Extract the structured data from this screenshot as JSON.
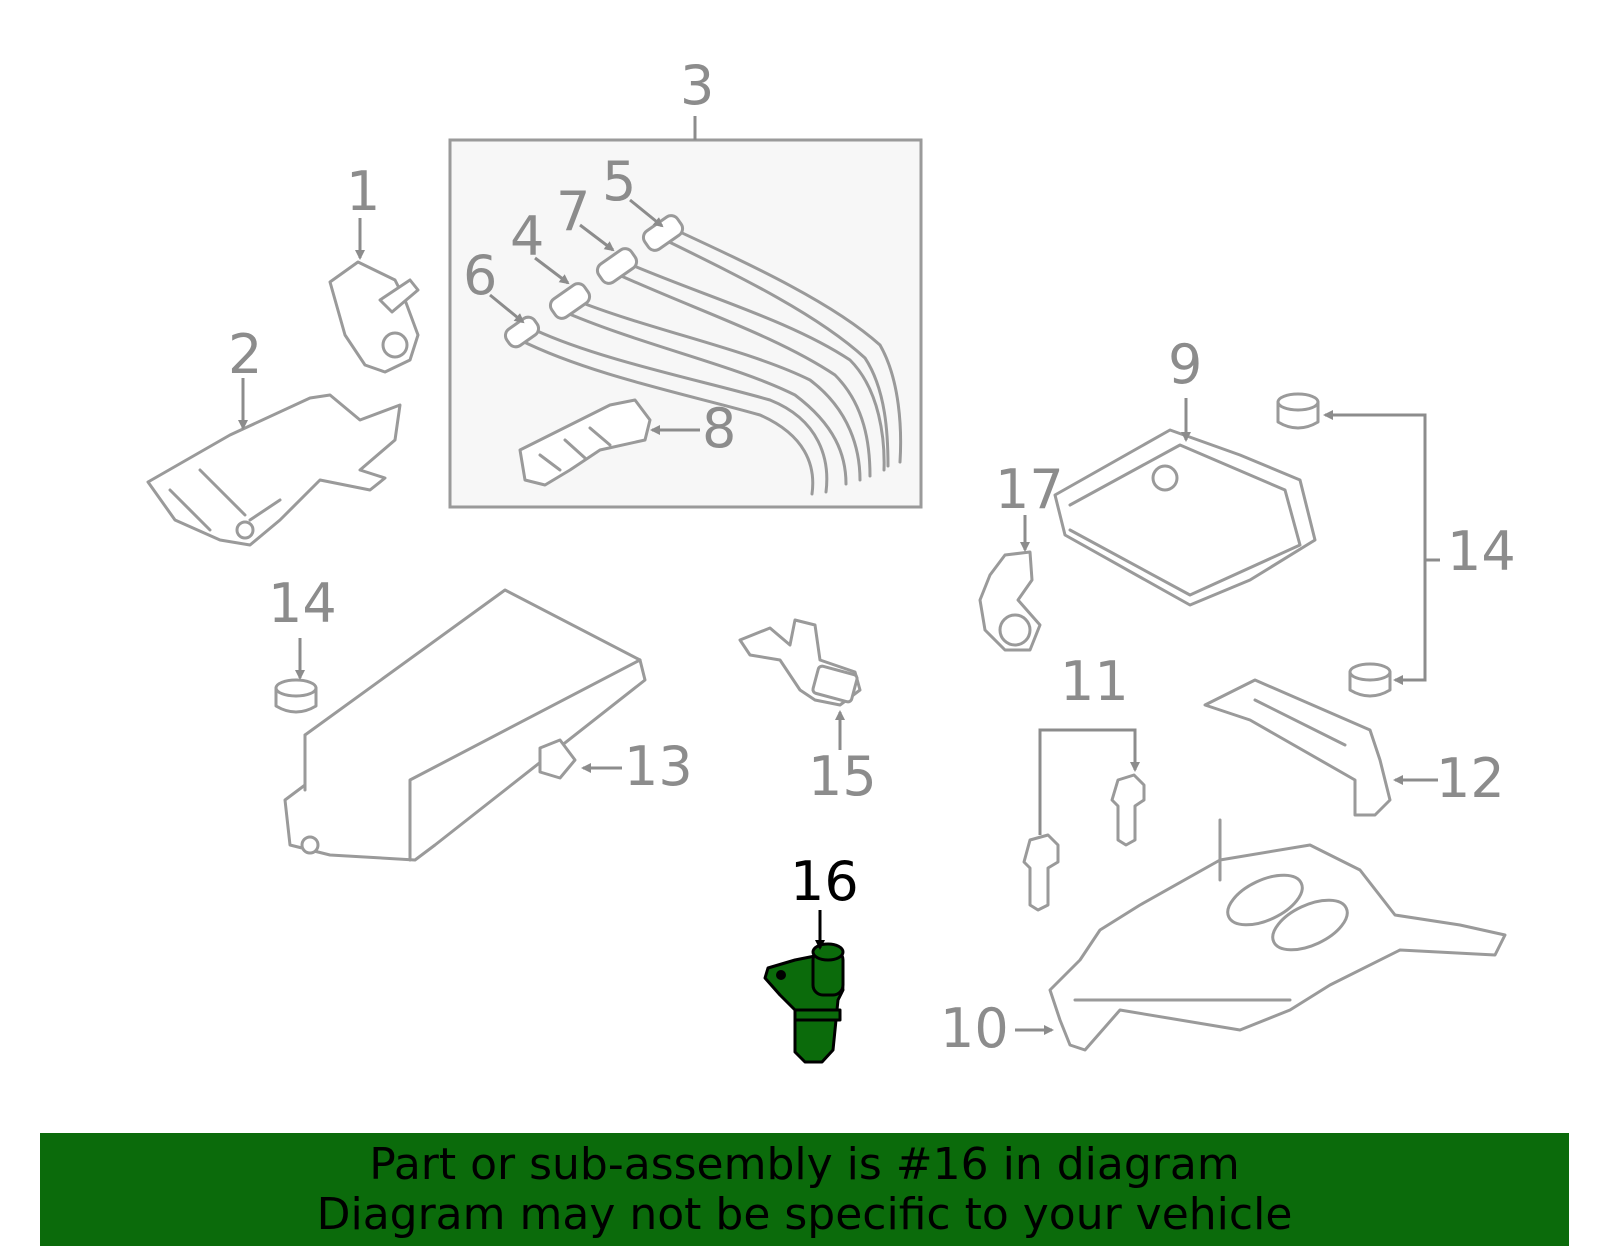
{
  "callouts": [
    {
      "id": "1",
      "text": "1"
    },
    {
      "id": "2",
      "text": "2"
    },
    {
      "id": "3",
      "text": "3"
    },
    {
      "id": "4",
      "text": "4"
    },
    {
      "id": "5",
      "text": "5"
    },
    {
      "id": "6",
      "text": "6"
    },
    {
      "id": "7",
      "text": "7"
    },
    {
      "id": "8",
      "text": "8"
    },
    {
      "id": "9",
      "text": "9"
    },
    {
      "id": "10",
      "text": "10"
    },
    {
      "id": "11",
      "text": "11"
    },
    {
      "id": "12",
      "text": "12"
    },
    {
      "id": "13",
      "text": "13"
    },
    {
      "id": "14a",
      "text": "14"
    },
    {
      "id": "14b",
      "text": "14"
    },
    {
      "id": "15",
      "text": "15"
    },
    {
      "id": "16",
      "text": "16"
    },
    {
      "id": "17",
      "text": "17"
    }
  ],
  "highlighted_part": "16",
  "colors": {
    "highlight": "#0b6b0b",
    "line": "#9a9a9a",
    "label": "#8c8c8c",
    "box_fill": "#f7f7f7"
  },
  "banner": {
    "line1": "Part or sub-assembly is #16 in diagram",
    "line2": "Diagram may not be specific to your vehicle"
  }
}
